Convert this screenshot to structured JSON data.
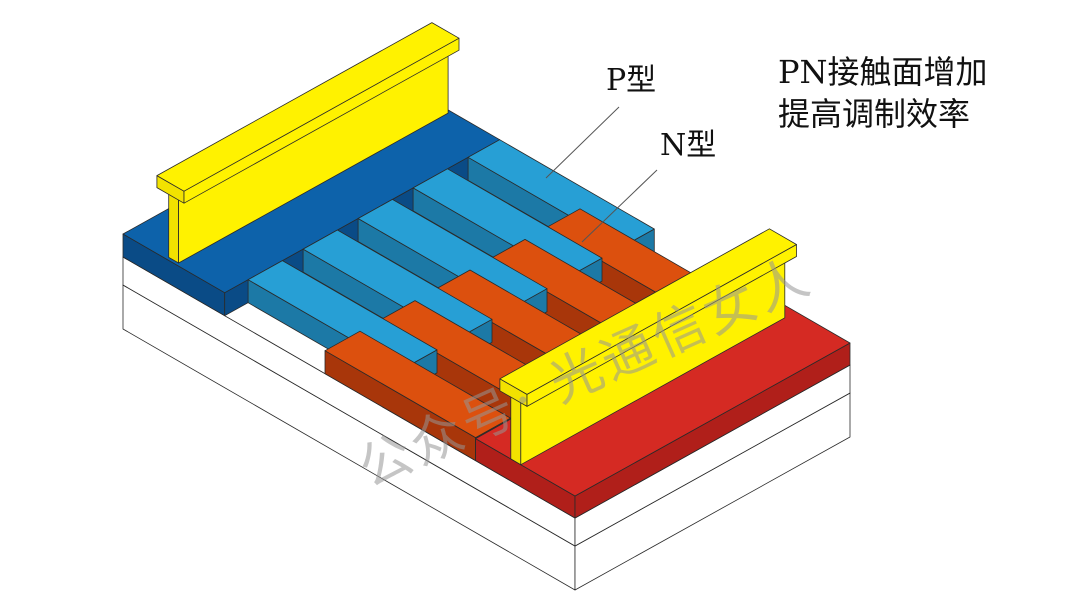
{
  "labels": {
    "p_type": "P型",
    "n_type": "N型",
    "note_line1": "PN接触面增加",
    "note_line2": "提高调制效率"
  },
  "watermark": "公众号· 光通信女人",
  "colors": {
    "p_pad_top": "#0d62aa",
    "p_pad_side": "#0a4b86",
    "p_finger_top": "#279fd5",
    "p_finger_side": "#1c79a6",
    "n_finger_top": "#dc500e",
    "n_finger_side": "#a8360a",
    "n_pad_top": "#d52a23",
    "n_pad_side": "#b01f1a",
    "electrode_top": "#fff200",
    "electrode_side": "#f2e200",
    "substrate": "#ffffff",
    "outline": "#2a2a2a"
  }
}
